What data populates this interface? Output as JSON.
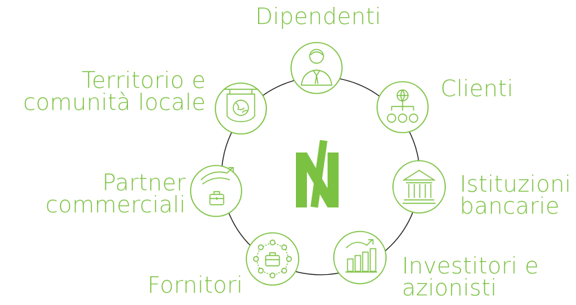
{
  "colors": {
    "accent": "#7cc242",
    "ring": "#1a1a1a",
    "background": "#ffffff"
  },
  "center": {
    "logo_icon": "n-slash-logo-icon"
  },
  "nodes": [
    {
      "id": "dipendenti",
      "lines": [
        "Dipendenti"
      ],
      "icon": "employee-icon"
    },
    {
      "id": "clienti",
      "lines": [
        "Clienti"
      ],
      "icon": "network-hierarchy-icon"
    },
    {
      "id": "istituzioni",
      "lines": [
        "Istituzioni",
        "bancarie"
      ],
      "icon": "bank-icon"
    },
    {
      "id": "investitori",
      "lines": [
        "Investitori e",
        "azionisti"
      ],
      "icon": "growth-chart-icon"
    },
    {
      "id": "fornitori",
      "lines": [
        "Fornitori"
      ],
      "icon": "supply-network-icon"
    },
    {
      "id": "partner",
      "lines": [
        "Partner",
        "commerciali"
      ],
      "icon": "briefcase-arrow-icon"
    },
    {
      "id": "territorio",
      "lines": [
        "Territorio e",
        "comunità locale"
      ],
      "icon": "signboard-globe-icon"
    }
  ]
}
